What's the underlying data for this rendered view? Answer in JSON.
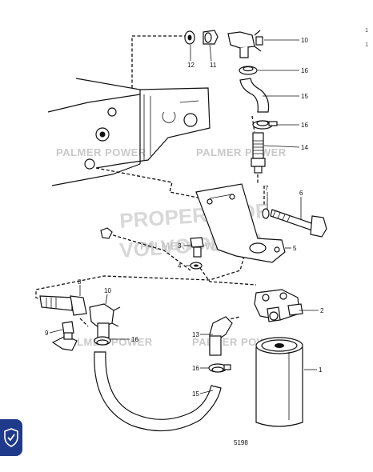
{
  "diagram": {
    "figure_number": "5198",
    "watermarks": [
      "PALMER POWER",
      "PALMER POWER",
      "PALMER POWER",
      "PALMER POWER",
      "PALMER POWER"
    ],
    "stamp": "PROPERTY OF VOLVO PENTA",
    "callouts": [
      "10",
      "12",
      "11",
      "16",
      "15",
      "16",
      "14",
      "7",
      "6",
      "3",
      "4",
      "5",
      "8",
      "10",
      "2",
      "9",
      "16",
      "13",
      "16",
      "1",
      "15"
    ],
    "line_color": "#111111",
    "watermark_color": "#c9c9c9"
  },
  "edge_marks": [
    "1",
    "1"
  ],
  "badge": {
    "icon": "shield-check-icon",
    "color": "#1f3a8a"
  }
}
